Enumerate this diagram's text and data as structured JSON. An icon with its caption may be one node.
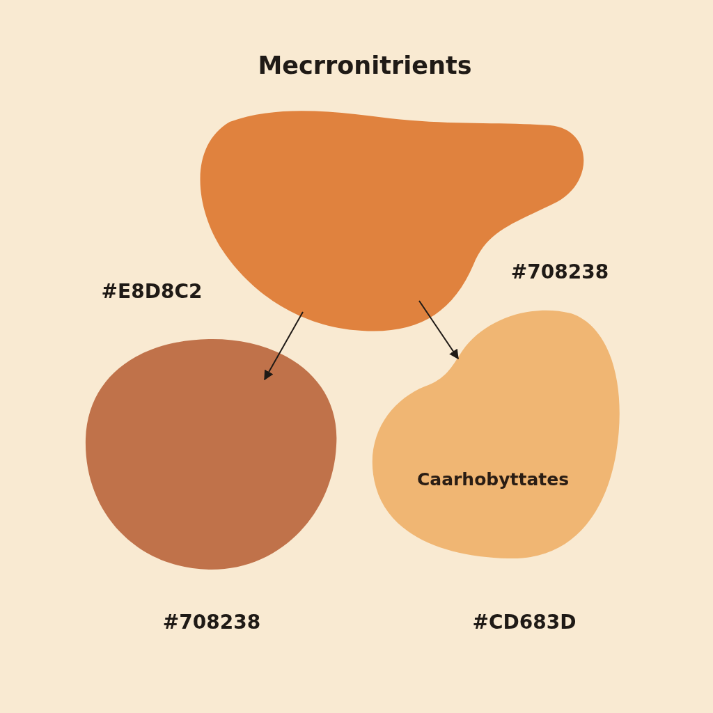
{
  "diagram": {
    "title": "Mecrronitrients",
    "nodes": [
      {
        "text": [],
        "shape": "blob"
      },
      {
        "text": [],
        "shape": "blob"
      },
      {
        "text": [
          "Caarhobyttates"
        ]
      }
    ],
    "edges": [
      {
        "from": 0,
        "to": 1,
        "arrow": "to"
      },
      {
        "from": 0,
        "to": 2,
        "arrow": "to"
      }
    ],
    "labels": [
      "#E8D8C2",
      "#708238",
      "#708238",
      "#CD683D"
    ]
  }
}
